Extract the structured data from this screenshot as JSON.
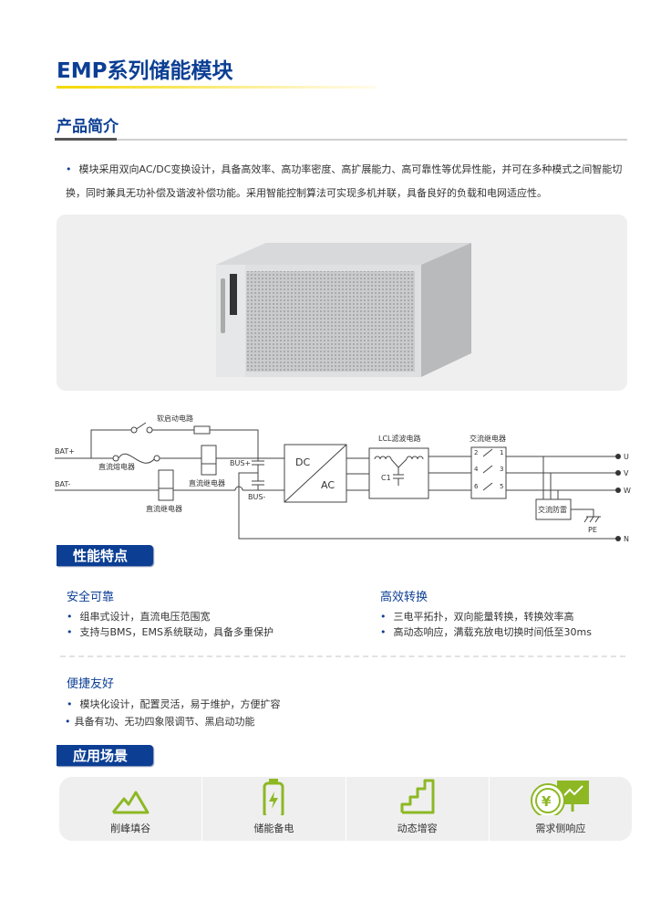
{
  "title": "EMP系列储能模块",
  "intro": {
    "heading": "产品简介",
    "text": "模块采用双向AC/DC变换设计，具备高效率、高功率密度、高扩展能力、高可靠性等优异性能，并可在多种模式之间智能切换，同时兼具无功补偿及谐波补偿功能。采用智能控制算法可实现多机并联，具备良好的负载和电网适应性。"
  },
  "diagram": {
    "soft_start": "软启动电路",
    "bat_plus": "BAT+",
    "bat_minus": "BAT-",
    "dc_fuse": "直流熔电器",
    "dc_relay1": "直流继电器",
    "dc_relay2": "直流继电器",
    "bus_plus": "BUS+",
    "bus_minus": "BUS-",
    "dc": "DC",
    "ac": "AC",
    "lcl": "LCL滤波电路",
    "c1": "C1",
    "ac_relay": "交流继电器",
    "surge": "交流防雷",
    "pe": "PE",
    "u": "U",
    "v": "V",
    "w": "W",
    "n": "N",
    "pins": [
      "2",
      "1",
      "4",
      "3",
      "6",
      "5"
    ]
  },
  "features": {
    "heading": "性能特点",
    "groups": [
      {
        "title": "安全可靠",
        "items": [
          "组串式设计，直流电压范围宽",
          "支持与BMS，EMS系统联动，具备多重保护"
        ]
      },
      {
        "title": "高效转换",
        "items": [
          "三电平拓扑，双向能量转换，转换效率高",
          "高动态响应，满载充放电切换时间低至30ms"
        ]
      },
      {
        "title": "便捷友好",
        "items": [
          "模块化设计，配置灵活，易于维护，方便扩容",
          "具备有功、无功四象限调节、黑启动功能"
        ]
      }
    ]
  },
  "applications": {
    "heading": "应用场景",
    "items": [
      {
        "label": "削峰填谷",
        "icon": "mountain-icon"
      },
      {
        "label": "储能备电",
        "icon": "battery-icon"
      },
      {
        "label": "动态增容",
        "icon": "stairs-icon"
      },
      {
        "label": "需求侧响应",
        "icon": "yuan-chart-icon"
      }
    ]
  },
  "colors": {
    "brand": "#0c3f94",
    "accent": "#f4d800",
    "icon": "#8db824"
  }
}
